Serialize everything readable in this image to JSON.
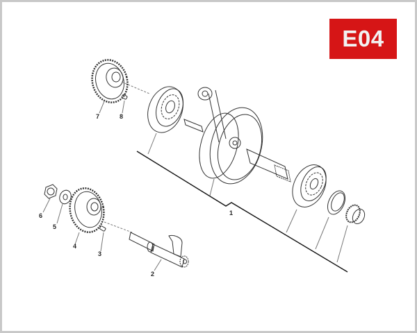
{
  "badge": {
    "text": "E04",
    "color": "#d61516"
  },
  "callouts": [
    {
      "id": "1",
      "label": "1"
    },
    {
      "id": "2",
      "label": "2"
    },
    {
      "id": "3",
      "label": "3"
    },
    {
      "id": "4",
      "label": "4"
    },
    {
      "id": "5",
      "label": "5"
    },
    {
      "id": "6",
      "label": "6"
    },
    {
      "id": "7",
      "label": "7"
    },
    {
      "id": "8",
      "label": "8"
    }
  ],
  "parts": [
    "crankshaft-assembly",
    "balancer-shaft",
    "key",
    "gear",
    "washer",
    "nut",
    "gear",
    "key",
    "bearing-left",
    "bearing-right",
    "spacer-ring",
    "timing-sprocket"
  ]
}
